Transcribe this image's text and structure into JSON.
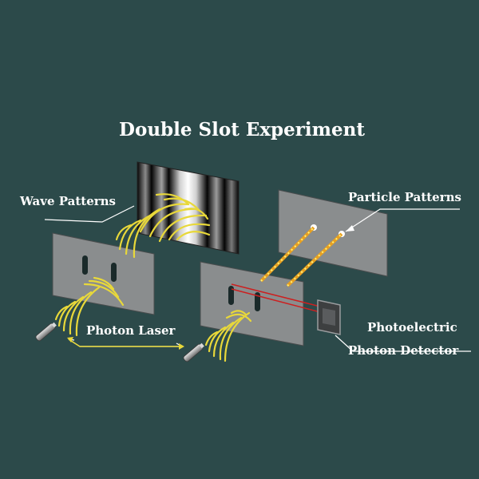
{
  "title": "Double Slot Experiment",
  "labels": {
    "wave_patterns": "Wave Patterns",
    "particle_patterns": "Particle Patterns",
    "photon_laser": "Photon Laser",
    "photoelectric": "Photoelectric",
    "photon_detector": "Photon Detector"
  },
  "colors": {
    "background": "#2c4a4a",
    "panel": "#8a8d8e",
    "wave": "#e8d83a",
    "detector_beam": "#cc2020",
    "label_text": "#ffffff"
  },
  "icons": [
    "photon-laser-icon",
    "photon-detector-icon"
  ]
}
